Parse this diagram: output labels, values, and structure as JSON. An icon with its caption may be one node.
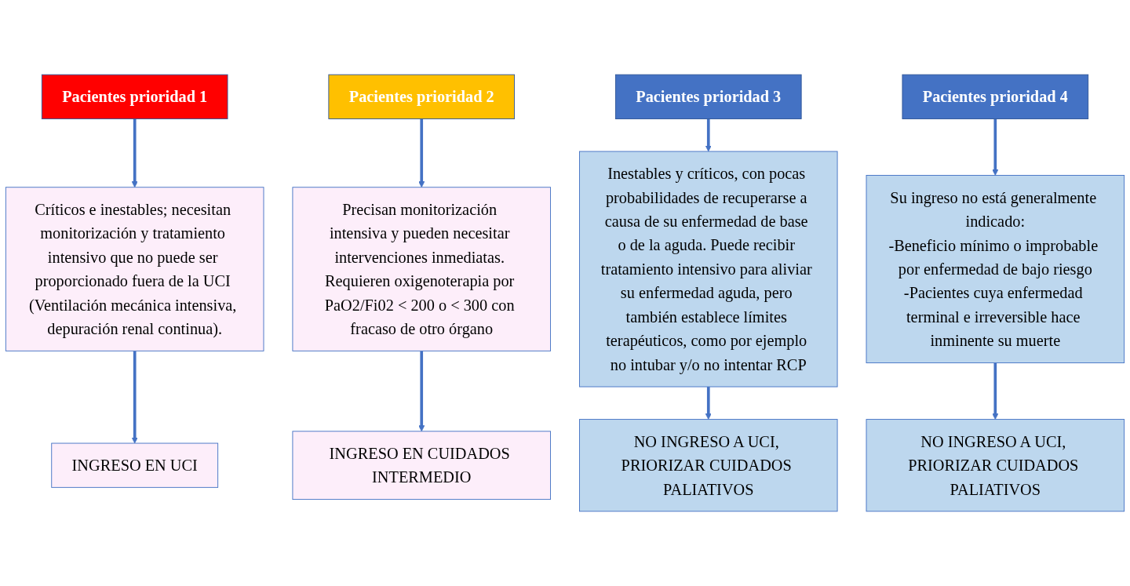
{
  "diagram": {
    "nodes": [
      {
        "text": [
          "Pacientes prioridad 1"
        ]
      },
      {
        "text": [
          "Pacientes prioridad 2"
        ]
      },
      {
        "text": [
          "Pacientes prioridad 3"
        ]
      },
      {
        "text": [
          "Pacientes prioridad 4"
        ]
      },
      {
        "text": [
          "Críticos e inestables; necesitan monitorización y tratamiento intensivo que no puede ser proporcionado fuera de la UCI (Ventilación mecánica intensiva, depuración renal continua)."
        ]
      },
      {
        "text": [
          "Precisan monitorización intensiva y pueden necesitar intervenciones inmediatas. Requieren oxigenoterapia por PaO2/Fi02 < 200 o < 300 con fracaso de otro órgano"
        ]
      },
      {
        "text": [
          "Inestables y críticos, con pocas probabilidades de recuperarse a causa de su enfermedad de base o de la aguda. Puede recibir tratamiento intensivo para aliviar su enfermedad aguda, pero también establece límites terapéuticos, como por ejemplo no intubar y/o no intentar RCP"
        ]
      },
      {
        "text": [
          "Su ingreso no está generalmente indicado:",
          "-Beneficio mínimo o improbable por enfermedad de bajo riesgo",
          "-Pacientes cuya enfermedad terminal e irreversible hace inminente su muerte"
        ]
      },
      {
        "text": [
          "INGRESO EN UCI"
        ]
      },
      {
        "text": [
          "INGRESO EN CUIDADOS INTERMEDIO"
        ]
      },
      {
        "text": [
          "NO INGRESO A UCI, PRIORIZAR CUIDADOS PALIATIVOS"
        ]
      },
      {
        "text": [
          "NO INGRESO A UCI, PRIORIZAR CUIDADOS PALIATIVOS"
        ]
      }
    ],
    "edges": [
      {
        "from": 0,
        "to": 4,
        "arrow": "to"
      },
      {
        "from": 1,
        "to": 5,
        "arrow": "to"
      },
      {
        "from": 2,
        "to": 6,
        "arrow": "to"
      },
      {
        "from": 3,
        "to": 7,
        "arrow": "to"
      },
      {
        "from": 4,
        "to": 8,
        "arrow": "to"
      },
      {
        "from": 5,
        "to": 9,
        "arrow": "to"
      },
      {
        "from": 6,
        "to": 10,
        "arrow": "to"
      },
      {
        "from": 7,
        "to": 11,
        "arrow": "to"
      }
    ]
  }
}
